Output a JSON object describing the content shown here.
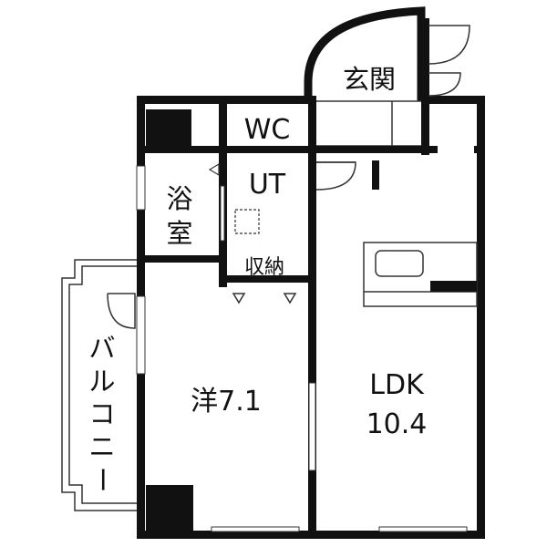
{
  "floorplan": {
    "rooms": {
      "entrance": "玄関",
      "wc": "WC",
      "ut": "UT",
      "bath_line1": "浴",
      "bath_line2": "室",
      "storage": "収納",
      "western_room": "洋7.1",
      "ldk_line1": "LDK",
      "ldk_line2": "10.4",
      "balcony_chars": [
        "バ",
        "ル",
        "コ",
        "ニ",
        "ー"
      ]
    },
    "colors": {
      "wall": "#111111",
      "background": "#ffffff",
      "thin_line": "#333333"
    }
  }
}
